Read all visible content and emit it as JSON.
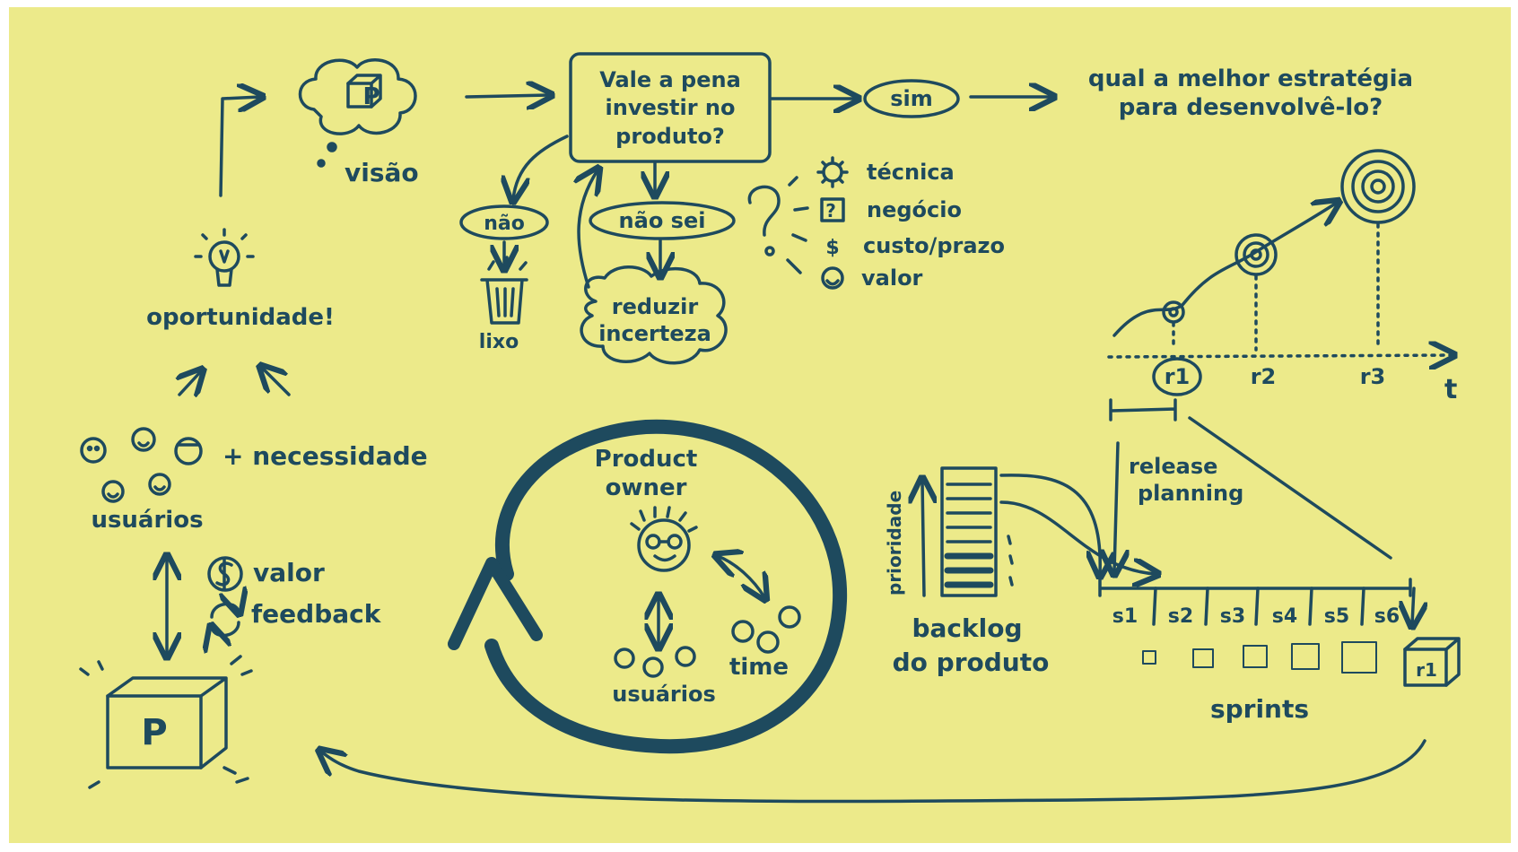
{
  "colors": {
    "ink": "#1e4a5e",
    "paper": "#ecea8a",
    "frame": "#ffffff"
  },
  "top_row": {
    "vision_label": "visão",
    "question_lines": [
      "Vale a pena",
      "investir no",
      "produto?"
    ],
    "yes": "sim",
    "no": "não",
    "dont_know": "não sei",
    "trash": "lixo",
    "reduce_lines": [
      "reduzir",
      "incerteza"
    ],
    "strategy_lines": [
      "qual a melhor estratégia",
      "para desenvolvê-lo?"
    ]
  },
  "question_factors": [
    "técnica",
    "negócio",
    "custo/prazo",
    "valor"
  ],
  "left_column": {
    "opportunity": "oportunidade!",
    "need": "+ necessidade",
    "users": "usuários",
    "value": "valor",
    "feedback": "feedback"
  },
  "product_icon_letter": "P",
  "cycle": {
    "po_lines": [
      "Product",
      "owner"
    ],
    "users": "usuários",
    "team": "time"
  },
  "release_chart": {
    "axis_label": "t",
    "releases": [
      "r1",
      "r2",
      "r3"
    ],
    "release_planning_lines": [
      "release",
      "planning"
    ]
  },
  "backlog": {
    "priority": "prioridade",
    "label_lines": [
      "backlog",
      "do produto"
    ]
  },
  "sprints": {
    "items": [
      "s1",
      "s2",
      "s3",
      "s4",
      "s5",
      "s6"
    ],
    "label": "sprints",
    "release_box": "r1"
  }
}
